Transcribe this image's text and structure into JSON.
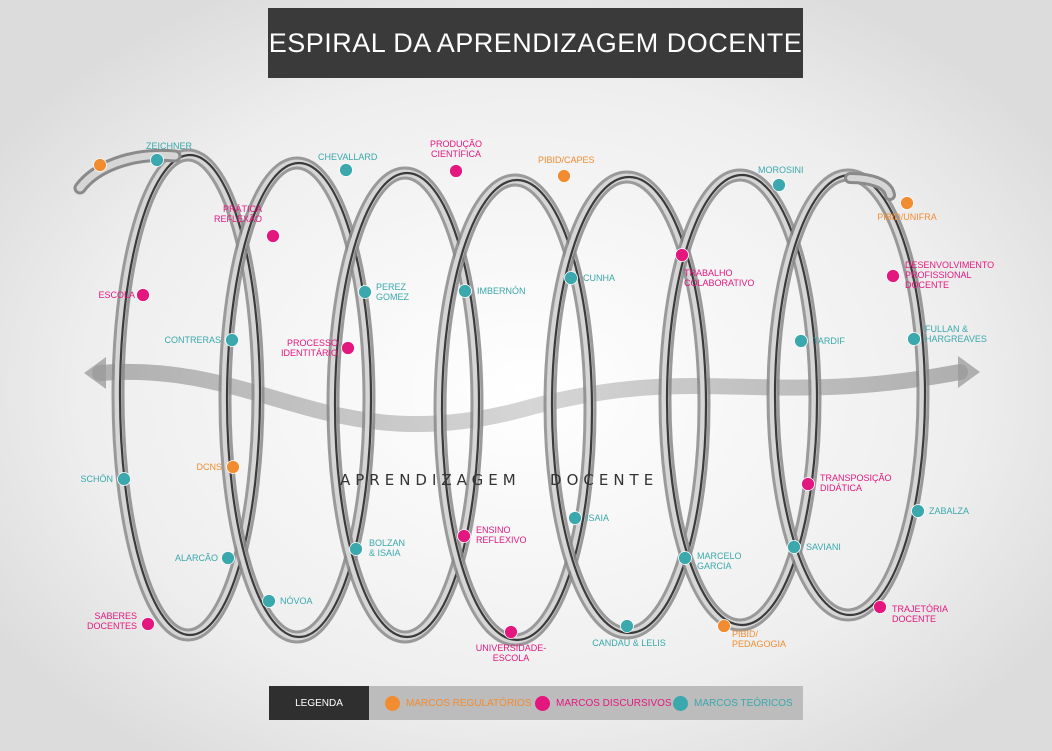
{
  "title": "ESPIRAL DA APRENDIZAGEM DOCENTE",
  "center_label": "APRENDIZAGEM   DOCENTE",
  "colors": {
    "regulatorio": "#f28c30",
    "discursivo": "#e3177e",
    "teorico": "#3aa8ac",
    "title_bg": "#3a3a3a"
  },
  "legend": {
    "title": "LEGENDA",
    "regulatorio": "MARCOS REGULATÓRIOS",
    "discursivo": "MARCOS DISCURSIVOS",
    "teorico": "MARCOS TEÓRICOS"
  },
  "markers": [
    {
      "id": "pibid-unifra-top",
      "type": "regulatorio",
      "lines": []
    },
    {
      "id": "zeichner",
      "type": "teorico",
      "lines": [
        "ZEICHNER"
      ]
    },
    {
      "id": "escola",
      "type": "discursivo",
      "lines": [
        "ESCOLA"
      ]
    },
    {
      "id": "contreras",
      "type": "teorico",
      "lines": [
        "CONTRERAS"
      ]
    },
    {
      "id": "schon",
      "type": "teorico",
      "lines": [
        "SCHÖN"
      ]
    },
    {
      "id": "alarcao",
      "type": "teorico",
      "lines": [
        "ALARCÃO"
      ]
    },
    {
      "id": "saberes-docentes",
      "type": "discursivo",
      "lines": [
        "SABERES",
        "DOCENTES"
      ]
    },
    {
      "id": "pratica-reflexao",
      "type": "discursivo",
      "lines": [
        "PRÁTICA",
        "REFLEXÃO"
      ]
    },
    {
      "id": "dcns",
      "type": "regulatorio",
      "lines": [
        "DCNS"
      ]
    },
    {
      "id": "novoa",
      "type": "teorico",
      "lines": [
        "NÓVOA"
      ]
    },
    {
      "id": "chevallard",
      "type": "teorico",
      "lines": [
        "CHEVALLARD"
      ]
    },
    {
      "id": "perez-gomez",
      "type": "teorico",
      "lines": [
        "PEREZ",
        "GOMEZ"
      ]
    },
    {
      "id": "processo-identitario",
      "type": "discursivo",
      "lines": [
        "PROCESSO",
        "IDENTITÁRIO"
      ]
    },
    {
      "id": "bolzan-isaia",
      "type": "teorico",
      "lines": [
        "BOLZAN",
        "& ISAIA"
      ]
    },
    {
      "id": "producao-cientifica",
      "type": "discursivo",
      "lines": [
        "PRODUÇÃO",
        "CIENTÍFICA"
      ]
    },
    {
      "id": "imbernon",
      "type": "teorico",
      "lines": [
        "IMBERNÓN"
      ]
    },
    {
      "id": "ensino-reflexivo",
      "type": "discursivo",
      "lines": [
        "ENSINO",
        "REFLEXIVO"
      ]
    },
    {
      "id": "universidade-escola",
      "type": "discursivo",
      "lines": [
        "UNIVERSIDADE-",
        "ESCOLA"
      ]
    },
    {
      "id": "pibid-capes",
      "type": "regulatorio",
      "lines": [
        "PIBID/CAPES"
      ]
    },
    {
      "id": "cunha",
      "type": "teorico",
      "lines": [
        "CUNHA"
      ]
    },
    {
      "id": "isaia",
      "type": "teorico",
      "lines": [
        "ISAIA"
      ]
    },
    {
      "id": "candau-lelis",
      "type": "teorico",
      "lines": [
        "CANDAU & LELIS"
      ]
    },
    {
      "id": "trabalho-colaborativo",
      "type": "discursivo",
      "lines": [
        "TRABALHO",
        "COLABORATIVO"
      ]
    },
    {
      "id": "marcelo-garcia",
      "type": "teorico",
      "lines": [
        "MARCELO",
        "GARCIA"
      ]
    },
    {
      "id": "pibid-pedagogia",
      "type": "regulatorio",
      "lines": [
        "PIBID/",
        "PEDAGOGIA"
      ]
    },
    {
      "id": "morosini",
      "type": "teorico",
      "lines": [
        "MOROSINI"
      ]
    },
    {
      "id": "tardif",
      "type": "teorico",
      "lines": [
        "TARDIF"
      ]
    },
    {
      "id": "transposicao-didatica",
      "type": "discursivo",
      "lines": [
        "TRANSPOSIÇÃO",
        "DIDÁTICA"
      ]
    },
    {
      "id": "saviani",
      "type": "teorico",
      "lines": [
        "SAVIANI"
      ]
    },
    {
      "id": "pibid-unifra",
      "type": "regulatorio",
      "lines": [
        "PIBID/UNIFRA"
      ]
    },
    {
      "id": "desenvolvimento-profissional",
      "type": "discursivo",
      "lines": [
        "DESENVOLVIMENTO",
        "PROFISSIONAL",
        "DOCENTE"
      ]
    },
    {
      "id": "fullan-hargreaves",
      "type": "teorico",
      "lines": [
        "FULLAN &",
        "HARGREAVES"
      ]
    },
    {
      "id": "zabalza",
      "type": "teorico",
      "lines": [
        "ZABALZA"
      ]
    },
    {
      "id": "trajetoria-docente",
      "type": "discursivo",
      "lines": [
        "TRAJETÓRIA",
        "DOCENTE"
      ]
    }
  ]
}
